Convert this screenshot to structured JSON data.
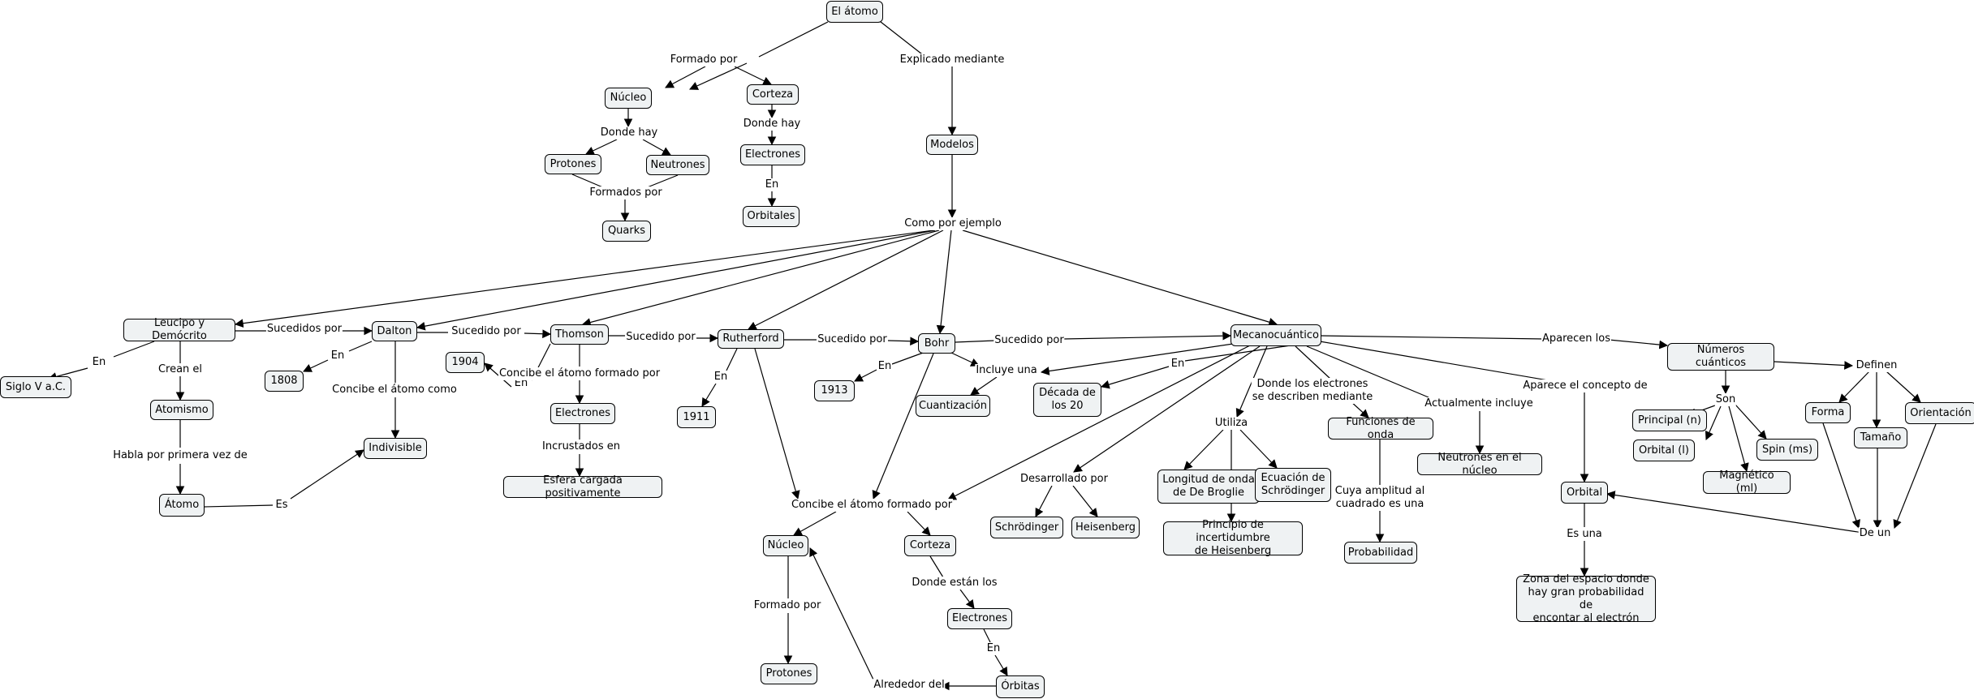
{
  "concepts": {
    "atomo": "El átomo",
    "nucleo": "Núcleo",
    "corteza": "Corteza",
    "protones": "Protones",
    "neutrones": "Neutrones",
    "quarks": "Quarks",
    "electrones": "Electrones",
    "orbitales": "Orbitales",
    "modelos": "Modelos",
    "leucipo": "Leucipo y Demócrito",
    "dalton": "Dalton",
    "thomson": "Thomson",
    "rutherford": "Rutherford",
    "bohr": "Bohr",
    "mecano": "Mecanocuántico",
    "siglo": "Siglo V a.C.",
    "atomismo": "Atomismo",
    "atomo2": "Átomo",
    "y1808": "1808",
    "indivisible": "Indivisible",
    "y1904": "1904",
    "electrones_t": "Electrones",
    "esfera": "Esfera cargada positivamente",
    "y1911": "1911",
    "y1913": "1913",
    "cuantizacion": "Cuantización",
    "decada": "Década de\nlos 20",
    "nucleo_r": "Núcleo",
    "corteza_r": "Corteza",
    "protones_r": "Protones",
    "electrones_r": "Electrones",
    "orbitas": "Órbitas",
    "schrodinger": "Schrödinger",
    "heisenberg": "Heisenberg",
    "debroglie": "Longitud de onda\nde De Broglie",
    "ec_schrodinger": "Ecuación de\nSchrödinger",
    "incertidumbre": "Principio de incertidumbre\nde Heisenberg",
    "funciones": "Funciones de onda",
    "probabilidad": "Probabilidad",
    "neutrones_nucleo": "Neutrones en el núcleo",
    "orbital": "Orbital",
    "zona": "Zona del espacio donde\nhay gran probabilidad de\nencontar al electrón",
    "numeros": "Números cuánticos",
    "principal": "Principal (n)",
    "orbital_l": "Orbital (l)",
    "magnetico": "Magnético (ml)",
    "spin": "Spin (ms)",
    "forma": "Forma",
    "tamano": "Tamaño",
    "orientacion": "Orientación"
  },
  "links": {
    "formado_por": "Formado por",
    "explicado": "Explicado mediante",
    "donde_hay_n": "Donde hay",
    "donde_hay_c": "Donde hay",
    "formados_por": "Formados por",
    "en_e": "En",
    "como_ejemplo": "Como por ejemplo",
    "en_ld": "En",
    "sucedidos_por": "Sucedidos por",
    "crean_el": "Crean el",
    "habla_por": "Habla por primera vez de",
    "es": "Es",
    "sucedido_d": "Sucedido por",
    "en_d": "En",
    "concibe_d": "Concibe el átomo como",
    "sucedido_t": "Sucedido por",
    "en_t": "En",
    "concibe_t": "Concibe el átomo formado por",
    "incrustados": "Incrustados en",
    "sucedido_r": "Sucedido por",
    "en_r": "En",
    "concibe_r": "Concibe el átomo formado por",
    "formado_por_r": "Formado por",
    "donde_estan": "Donde están los",
    "en_o": "En",
    "alrededor": "Alrededor del",
    "sucedido_b": "Sucedido por",
    "en_b": "En",
    "incluye": "Incluye una",
    "en_m": "En",
    "desarrollado": "Desarrollado por",
    "utiliza": "Utiliza",
    "donde_electrones": "Donde los electrones\nse describen mediante",
    "cuya_amplitud": "Cuya amplitud al\ncuadrado es una",
    "actualmente": "Actualmente incluye",
    "aparece_concepto": "Aparece el concepto de",
    "es_una": "Es una",
    "aparecen": "Aparecen los",
    "son": "Son",
    "definen": "Definen",
    "de_un": "De un"
  }
}
